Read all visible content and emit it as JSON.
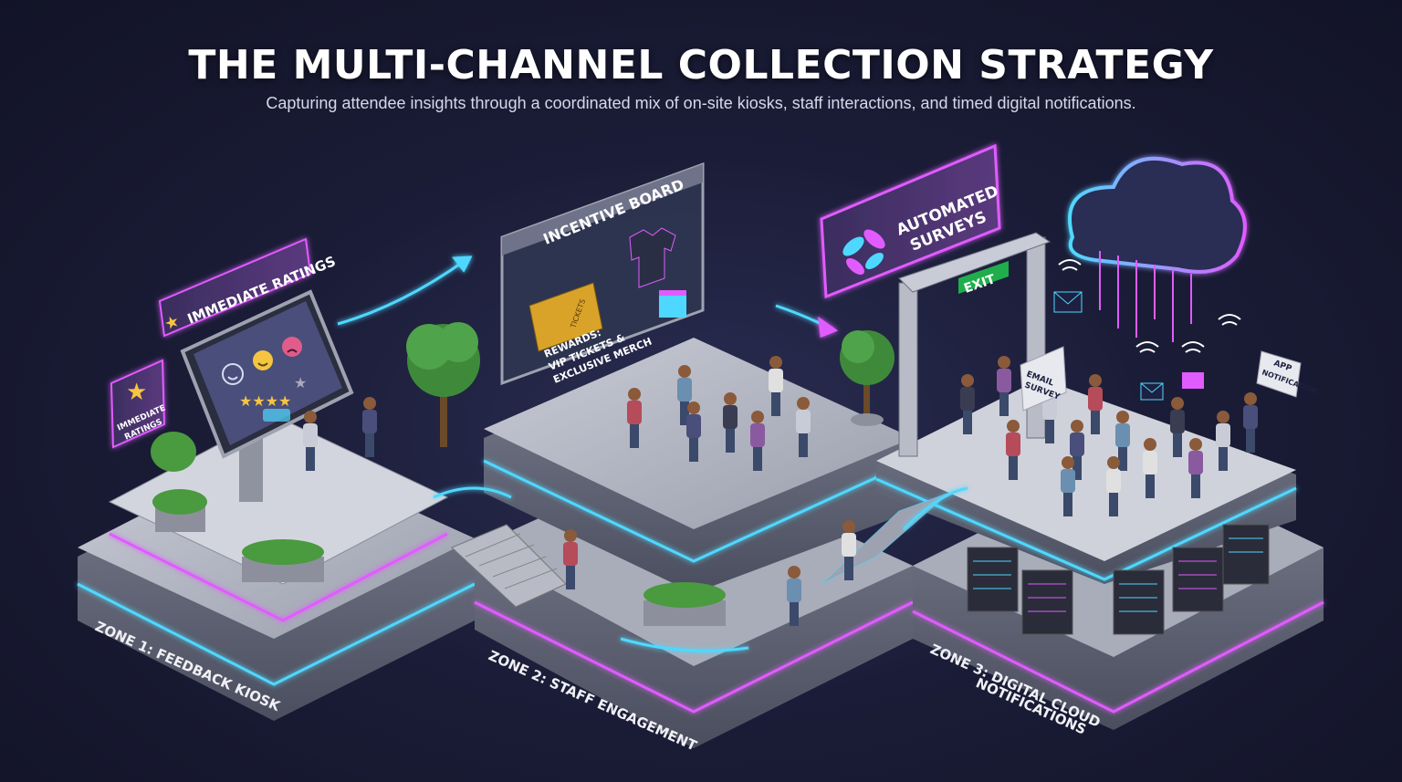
{
  "header": {
    "title": "THE MULTI-CHANNEL COLLECTION STRATEGY",
    "subtitle": "Capturing attendee insights through a coordinated mix of on-site kiosks, staff interactions, and timed digital notifications."
  },
  "zones": {
    "zone1": "ZONE 1: FEEDBACK KIOSK",
    "zone2": "ZONE 2: STAFF ENGAGEMENT",
    "zone3_line1": "ZONE 3: DIGITAL CLOUD",
    "zone3_line2": "NOTIFICATIONS"
  },
  "signs": {
    "immediate_ratings": "IMMEDIATE RATINGS",
    "immediate_ratings_small_1": "IMMEDIATE",
    "immediate_ratings_small_2": "RATINGS",
    "incentive_board": "INCENTIVE BOARD",
    "rewards_1": "REWARDS:",
    "rewards_2": "VIP TICKETS &",
    "rewards_3": "EXCLUSIVE MERCH",
    "tickets": "TICKETS",
    "automated_surveys_1": "AUTOMATED",
    "automated_surveys_2": "SURVEYS",
    "exit": "EXIT",
    "email_survey_1": "EMAIL",
    "email_survey_2": "SURVEY",
    "app_notification_1": "APP",
    "app_notification_2": "NOTIFICATION"
  },
  "colors": {
    "background": "#1b1d38",
    "neon_cyan": "#4fd8ff",
    "neon_pink": "#e05cff",
    "platform_top": "#b9bcc7",
    "platform_side": "#6d7182",
    "exit_green": "#1fae4b"
  },
  "icons": [
    "star-icon",
    "smiley-icon",
    "cloud-icon",
    "envelope-icon",
    "wifi-icon",
    "arrow-icon",
    "server-rack-icon",
    "gift-icon",
    "tshirt-icon"
  ]
}
